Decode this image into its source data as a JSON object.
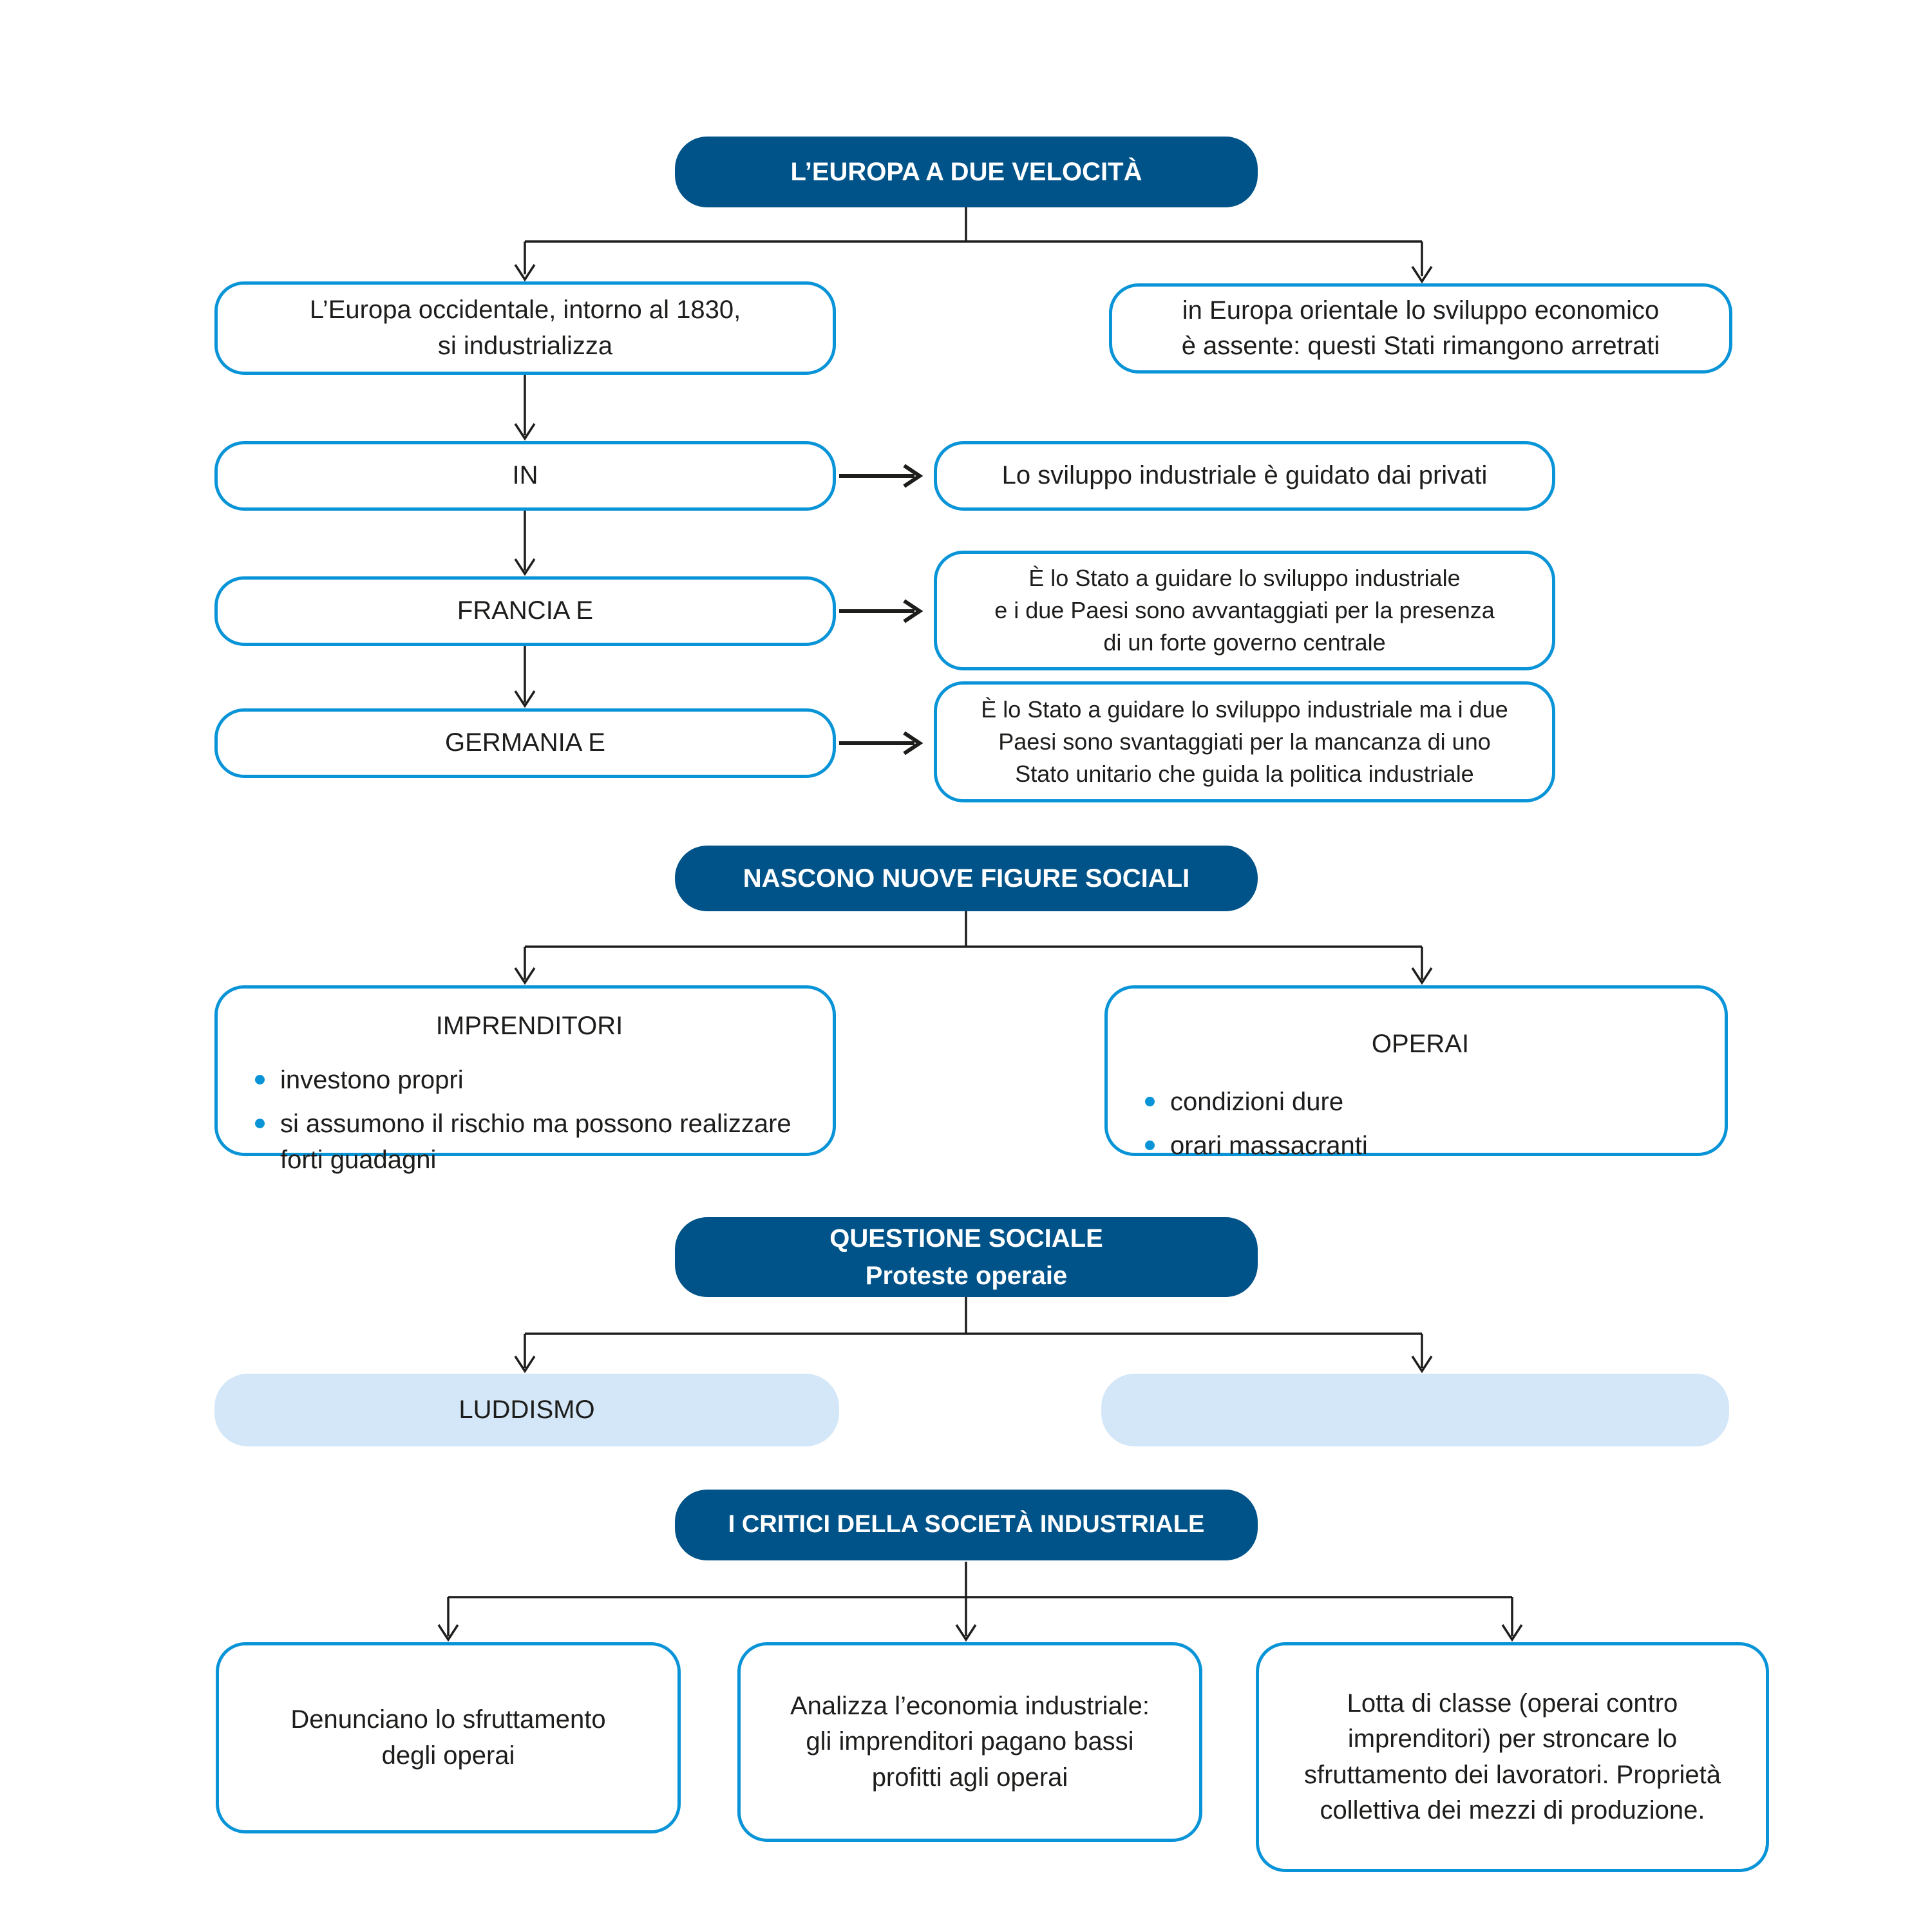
{
  "palette": {
    "header_bg": "#005389",
    "header_text": "#ffffff",
    "outline": "#0a94d8",
    "light_fill": "#d4e7f8",
    "text": "#1d1d1b",
    "line": "#1d1d1b"
  },
  "sections": {
    "velocita": {
      "title": "L’EUROPA A DUE VELOCITÀ",
      "west": "L’Europa occidentale, intorno al 1830,\nsi industrializza",
      "east": "in Europa orientale lo sviluppo economico\nè assente: questi Stati rimangono arretrati",
      "chain": {
        "in": "IN",
        "francia": "FRANCIA E",
        "germania": "GERMANIA E"
      },
      "privati": "Lo sviluppo industriale è guidato dai privati",
      "stato_forte": "È lo Stato a guidare lo sviluppo industriale\ne i due Paesi sono avvantaggiati per la presenza\ndi un forte governo centrale",
      "stato_mancanza": "È lo Stato a guidare lo sviluppo industriale ma i due\nPaesi sono svantaggiati per la mancanza di uno\nStato unitario che guida la politica industriale"
    },
    "figure": {
      "title": "NASCONO NUOVE FIGURE SOCIALI",
      "imprenditori": {
        "title": "IMPRENDITORI",
        "bullets": [
          "investono propri",
          "si assumono il rischio ma possono realizzare forti guadagni"
        ]
      },
      "operai": {
        "title": "OPERAI",
        "bullets": [
          "condizioni dure",
          "orari massacranti"
        ]
      }
    },
    "questione": {
      "title": "QUESTIONE SOCIALE",
      "subtitle": "Proteste operaie",
      "luddismo": "LUDDISMO",
      "empty_label": ""
    },
    "critici": {
      "title": "I CRITICI DELLA SOCIETÀ INDUSTRIALE",
      "denunciano": "Denunciano lo sfruttamento\ndegli operai",
      "analizza": "Analizza l’economia industriale:\ngli imprenditori pagano bassi\nprofitti agli operai",
      "lotta": "Lotta di classe (operai contro\nimprenditori) per stroncare lo\nsfruttamento dei lavoratori. Proprietà\ncollettiva dei mezzi di produzione."
    }
  }
}
